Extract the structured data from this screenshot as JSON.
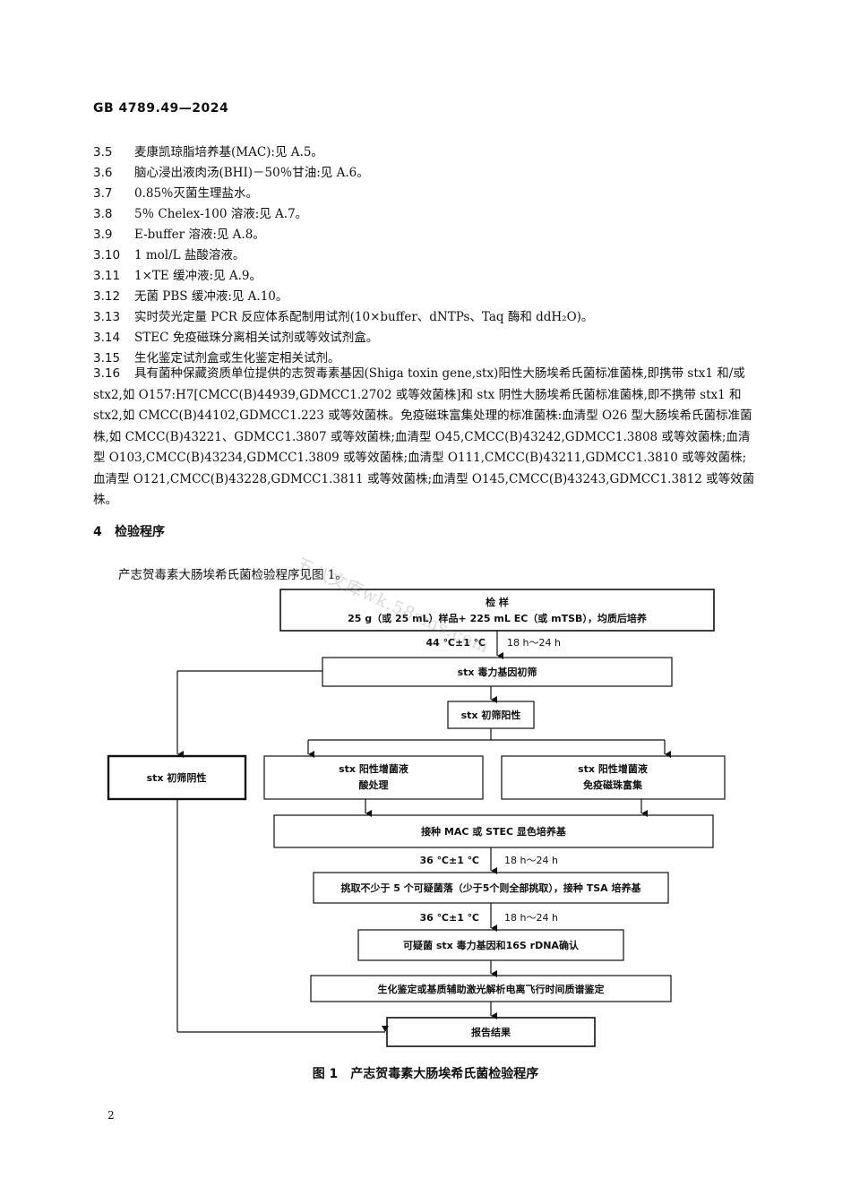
{
  "header": {
    "standard": "GB 4789.49—2024"
  },
  "items": [
    {
      "num": "3.5",
      "text": "麦康凯琼脂培养基(MAC):见 A.5。"
    },
    {
      "num": "3.6",
      "text": "脑心浸出液肉汤(BHI)－50％甘油:见 A.6。"
    },
    {
      "num": "3.7",
      "text": "0.85％灭菌生理盐水。"
    },
    {
      "num": "3.8",
      "text": "5％ Chelex-100 溶液:见 A.7。"
    },
    {
      "num": "3.9",
      "text": "E-buffer 溶液:见 A.8。"
    },
    {
      "num": "3.10",
      "text": "1 mol/L 盐酸溶液。"
    },
    {
      "num": "3.11",
      "text": "1×TE 缓冲液:见 A.9。"
    },
    {
      "num": "3.12",
      "text": "无菌 PBS 缓冲液:见 A.10。"
    },
    {
      "num": "3.13",
      "text": "实时荧光定量 PCR 反应体系配制用试剂(10×buffer、dNTPs、Taq 酶和 ddH₂O)。"
    },
    {
      "num": "3.14",
      "text": "STEC 免疫磁珠分离相关试剂或等效试剂盒。"
    },
    {
      "num": "3.15",
      "text": "生化鉴定试剂盒或生化鉴定相关试剂。"
    }
  ],
  "item_316": {
    "num": "3.16",
    "text": "具有菌种保藏资质单位提供的志贺毒素基因(Shiga toxin gene,stx)阳性大肠埃希氏菌标准菌株,即携带 stx1 和/或 stx2,如 O157:H7[CMCC(B)44939,GDMCC1.2702 或等效菌株]和 stx 阴性大肠埃希氏菌标准菌株,即不携带 stx1 和 stx2,如 CMCC(B)44102,GDMCC1.223 或等效菌株。免疫磁珠富集处理的标准菌株:血清型 O26 型大肠埃希氏菌标准菌株,如 CMCC(B)43221、GDMCC1.3807 或等效菌株;血清型 O45,CMCC(B)43242,GDMCC1.3808 或等效菌株;血清型 O103,CMCC(B)43234,GDMCC1.3809 或等效菌株;血清型 O111,CMCC(B)43211,GDMCC1.3810 或等效菌株;血清型 O121,CMCC(B)43228,GDMCC1.3811 或等效菌株;血清型 O145,CMCC(B)43243,GDMCC1.3812 或等效菌株。"
  },
  "section4": {
    "num": "4",
    "title": "检验程序"
  },
  "intro": "产志贺毒素大肠埃希氏菌检验程序见图 1。",
  "watermark": "五八文库wk.58sms.com",
  "flow": {
    "sample_title": "检  样",
    "sample_desc": "25 g（或 25 mL）样品+ 225 mL EC（或 mTSB），均质后培养",
    "cond1_temp": "44 ℃±1 ℃",
    "cond1_time": "18 h～24 h",
    "screen": "stx 毒力基因初筛",
    "positive": "stx 初筛阳性",
    "negative": "stx 初筛阴性",
    "acid_line1": "stx 阳性增菌液",
    "acid_line2": "酸处理",
    "immuno_line1": "stx 阳性增菌液",
    "immuno_line2": "免疫磁珠富集",
    "inoculate": "接种 MAC 或 STEC 显色培养基",
    "cond2_temp": "36 ℃±1 ℃",
    "cond2_time": "18 h～24 h",
    "pick": "挑取不少于 5 个可疑菌落（少于5个则全部挑取），接种 TSA 培养基",
    "cond3_temp": "36 ℃±1 ℃",
    "cond3_time": "18 h～24 h",
    "confirm": "可疑菌 stx 毒力基因和16S rDNA确认",
    "identify": "生化鉴定或基质辅助激光解析电离飞行时间质谱鉴定",
    "report": "报告结果"
  },
  "caption": "图 1　产志贺毒素大肠埃希氏菌检验程序",
  "page_number": "2"
}
